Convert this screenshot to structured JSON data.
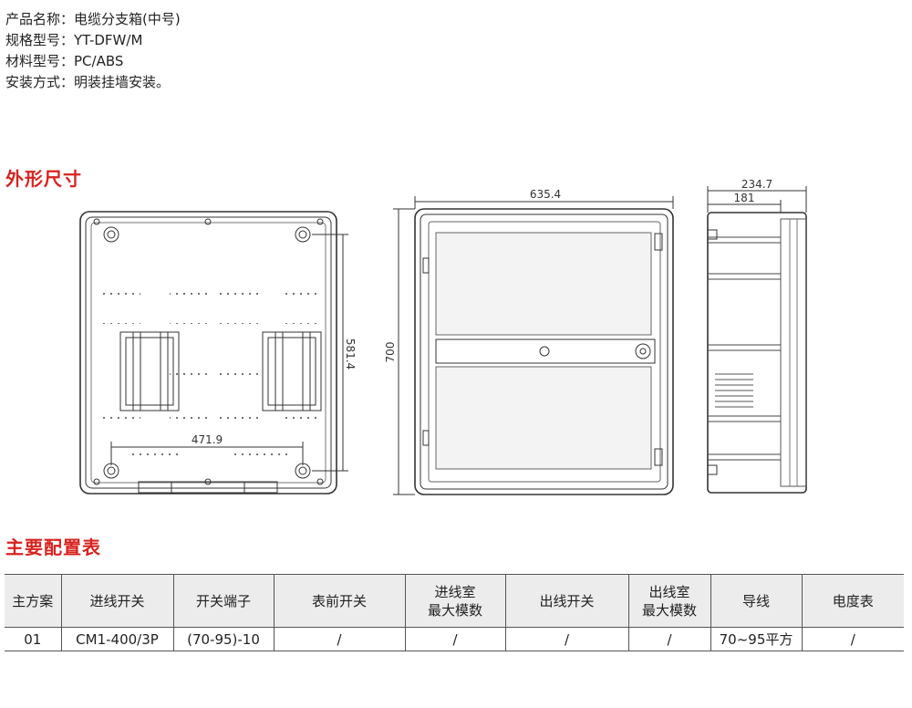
{
  "spec": {
    "rows": [
      {
        "label": "产品名称：",
        "value": "电缆分支箱(中号)"
      },
      {
        "label": "规格型号：",
        "value": "YT-DFW/M"
      },
      {
        "label": "材料型号：",
        "value": "PC/ABS"
      },
      {
        "label": "安装方式：",
        "value": "明装挂墙安装。"
      }
    ]
  },
  "sections": {
    "dimensions_title": "外形尺寸",
    "config_title": "主要配置表"
  },
  "dimensions": {
    "back_height": "581.4",
    "back_width": "471.9",
    "front_width": "635.4",
    "front_height": "700",
    "side_depth_total": "234.7",
    "side_depth_inner": "181"
  },
  "config_table": {
    "headers": [
      {
        "line1": "主方案",
        "line2": ""
      },
      {
        "line1": "进线开关",
        "line2": ""
      },
      {
        "line1": "开关端子",
        "line2": ""
      },
      {
        "line1": "表前开关",
        "line2": ""
      },
      {
        "line1": "进线室",
        "line2": "最大模数"
      },
      {
        "line1": "出线开关",
        "line2": ""
      },
      {
        "line1": "出线室",
        "line2": "最大模数"
      },
      {
        "line1": "导线",
        "line2": ""
      },
      {
        "line1": "电度表",
        "line2": ""
      }
    ],
    "rows": [
      [
        "01",
        "CM1-400/3P",
        "(70-95)-10",
        "/",
        "/",
        "/",
        "/",
        "70~95平方",
        "/"
      ]
    ]
  }
}
